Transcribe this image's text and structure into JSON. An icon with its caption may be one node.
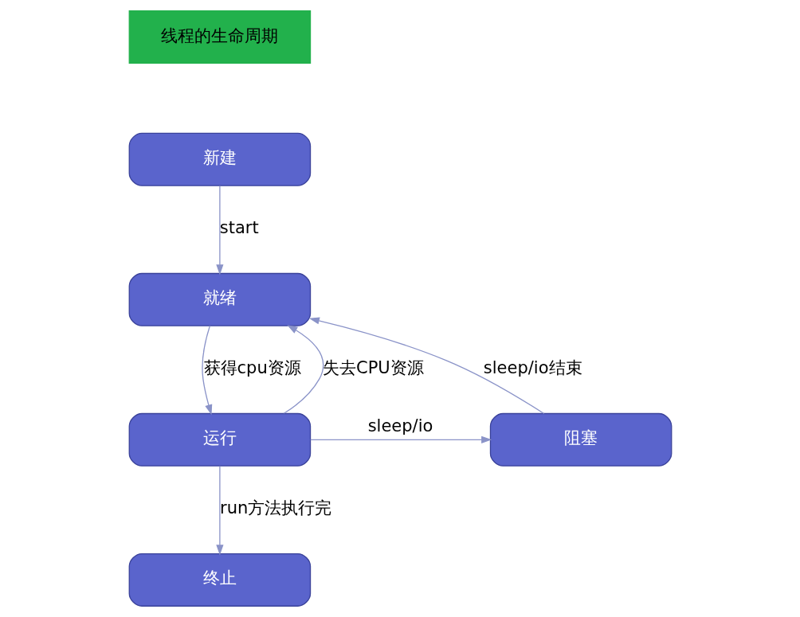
{
  "diagram": {
    "nodes": [
      {
        "text": [
          "线程的生命周期"
        ]
      },
      {
        "text": [
          "新建"
        ]
      },
      {
        "text": [
          "就绪"
        ]
      },
      {
        "text": [
          "运行"
        ]
      },
      {
        "text": [
          "阻塞"
        ]
      },
      {
        "text": [
          "终止"
        ]
      }
    ],
    "edges": [
      {
        "from": 1,
        "to": 2,
        "arrow": "to",
        "label": "start"
      },
      {
        "from": 2,
        "to": 3,
        "arrow": "to",
        "label": "获得cpu资源"
      },
      {
        "from": 3,
        "to": 2,
        "arrow": "to",
        "label": "失去CPU资源"
      },
      {
        "from": 3,
        "to": 4,
        "arrow": "to",
        "label": "sleep/io"
      },
      {
        "from": 4,
        "to": 2,
        "arrow": "to",
        "label": "sleep/io结束"
      },
      {
        "from": 3,
        "to": 5,
        "arrow": "to",
        "label": "run方法执行完"
      }
    ]
  }
}
